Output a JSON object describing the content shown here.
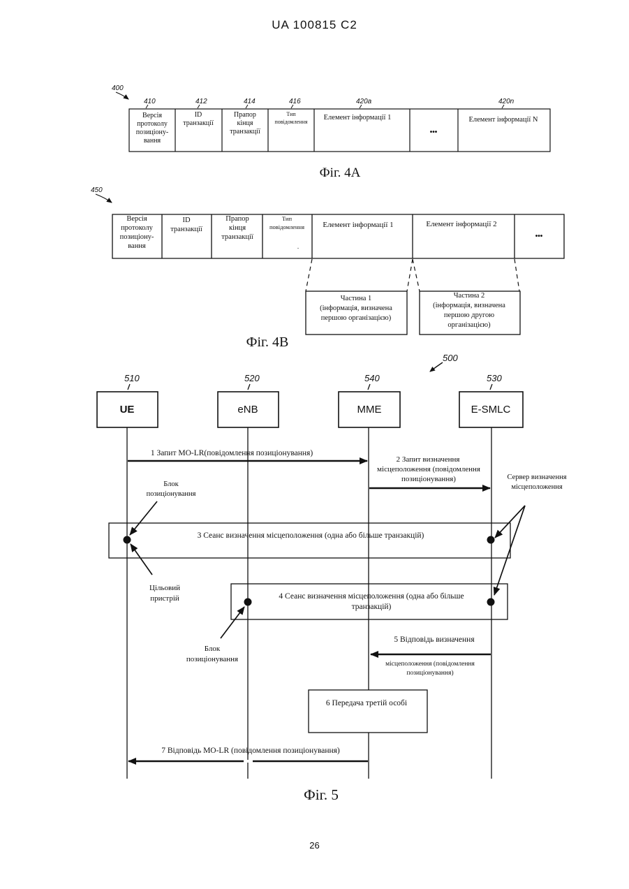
{
  "header": {
    "patent_number": "UA   100815   C2"
  },
  "page_number": "26",
  "fig4a": {
    "ref": "400",
    "field_refs": [
      "410",
      "412",
      "414",
      "416",
      "420a",
      "420n"
    ],
    "fields": [
      {
        "lines": [
          "Версія",
          "протоколу",
          "позиціону-",
          "вання"
        ]
      },
      {
        "lines": [
          "ID",
          "транзакції"
        ]
      },
      {
        "lines": [
          "Прапор",
          "кінця",
          "транзакції"
        ]
      },
      {
        "lines": [
          "Тип",
          "повідомлення"
        ]
      },
      {
        "lines": [
          "Елемент інформації 1"
        ]
      },
      {
        "lines": [
          "•••"
        ]
      },
      {
        "lines": [
          "Елемент інформації N"
        ]
      }
    ],
    "caption": "Фіг. 4А"
  },
  "fig4b": {
    "ref": "450",
    "fields": [
      {
        "lines": [
          "Версія",
          "протоколу",
          "позиціону-",
          "вання"
        ]
      },
      {
        "lines": [
          "ID",
          "транзакції"
        ]
      },
      {
        "lines": [
          "Прапор",
          "кінця",
          "транзакції"
        ]
      },
      {
        "lines": [
          "Тип",
          "повідомлення"
        ]
      },
      {
        "lines": [
          "Елемент інформації 1"
        ]
      },
      {
        "lines": [
          "Елемент інформації 2"
        ]
      },
      {
        "lines": [
          "•••"
        ]
      }
    ],
    "parts": [
      {
        "lines": [
          "Частина 1",
          "(інформація, визначена",
          "першою організацією)"
        ]
      },
      {
        "lines": [
          "Частина 2",
          "(інформація, визначена",
          "першою другою",
          "організацією)"
        ]
      }
    ],
    "caption": "Фіг. 4В"
  },
  "fig5": {
    "ref": "500",
    "entities": [
      {
        "ref": "510",
        "name": "UE"
      },
      {
        "ref": "520",
        "name": "eNB"
      },
      {
        "ref": "540",
        "name": "MME"
      },
      {
        "ref": "530",
        "name": "E-SMLC"
      }
    ],
    "msg1": "1  Запит MO-LR(повідомлення позиціонування)",
    "msg2": [
      "2 Запит визначення",
      "місцеположення (повідомлення",
      "позиціонування)"
    ],
    "server_label": [
      "Сервер визначення",
      "місцеположення"
    ],
    "block_label_top": [
      "Блок",
      "позиціонування"
    ],
    "session3": "3  Сеанс визначення місцеположення (одна або більше транзакцій)",
    "target_label": [
      "Цільовий",
      "пристрій"
    ],
    "session4": [
      "4  Сеанс визначення місцеположення (одна або більше",
      "транзакцій)"
    ],
    "block_label_bottom": [
      "Блок",
      "позиціонування"
    ],
    "msg5": [
      "5  Відповідь визначення",
      "місцеположення (повідомлення",
      "позиціонування)"
    ],
    "msg6": "6  Передача третій особі",
    "msg7": "7  Відповідь MO-LR (повідомлення позиціонування)",
    "caption": "Фіг. 5"
  }
}
